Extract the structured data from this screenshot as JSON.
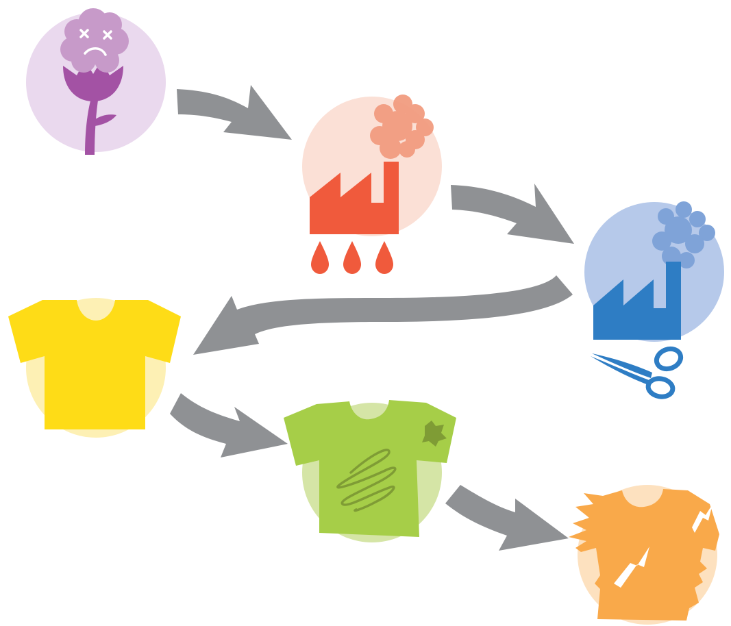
{
  "diagram": {
    "type": "lifecycle-flow",
    "stages": [
      {
        "id": "cotton",
        "icon": "wilting-cotton-plant-icon",
        "circle_color": "#ead9ee",
        "color": "#a352a4",
        "accent": "#c79ac9"
      },
      {
        "id": "dyeing-factory",
        "icon": "polluting-factory-icon",
        "circle_color": "#fbe0d6",
        "color": "#f05a3c",
        "accent": "#f29c80"
      },
      {
        "id": "cutting-factory",
        "icon": "factory-with-scissors-icon",
        "circle_color": "#b6c9ea",
        "color": "#2e7dc4",
        "accent": "#7fa3d8"
      },
      {
        "id": "new-shirt",
        "icon": "new-tshirt-icon",
        "circle_color": "#fdf0b4",
        "color": "#fedc17"
      },
      {
        "id": "worn-shirt",
        "icon": "stained-tshirt-icon",
        "circle_color": "#d5e5a6",
        "color": "#a6ce48",
        "accent": "#7f9c35"
      },
      {
        "id": "torn-shirt",
        "icon": "torn-tshirt-icon",
        "circle_color": "#fde1bf",
        "color": "#f9a94a"
      }
    ],
    "arrow_color": "#8f9194",
    "arrows": [
      {
        "from": "cotton",
        "to": "dyeing-factory"
      },
      {
        "from": "dyeing-factory",
        "to": "cutting-factory"
      },
      {
        "from": "cutting-factory",
        "to": "new-shirt"
      },
      {
        "from": "new-shirt",
        "to": "worn-shirt"
      },
      {
        "from": "worn-shirt",
        "to": "torn-shirt"
      }
    ]
  }
}
